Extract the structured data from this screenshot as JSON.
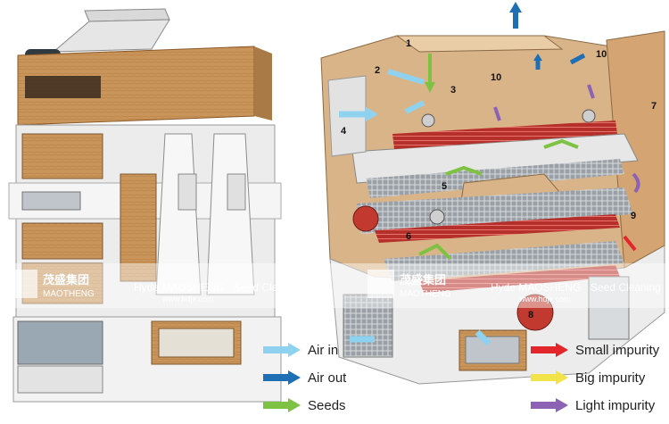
{
  "watermark": {
    "brand_cn": "茂盛集团",
    "brand_en": "MAOTHENG",
    "company": "Hyde MAOSHENG",
    "website": "www.hdjx.com",
    "tagline": "Seed Cleaning"
  },
  "callouts": [
    "1",
    "2",
    "3",
    "4",
    "5",
    "6",
    "7",
    "8",
    "9",
    "10",
    "10"
  ],
  "legend": [
    {
      "label": "Air in",
      "color": "#8fd2f0"
    },
    {
      "label": "Air out",
      "color": "#1f6fb5"
    },
    {
      "label": "Seeds",
      "color": "#7dc242"
    },
    {
      "label": "Small impurity",
      "color": "#e3262c"
    },
    {
      "label": "Big impurity",
      "color": "#f2e34b"
    },
    {
      "label": "Light impurity",
      "color": "#8c62b4"
    }
  ]
}
